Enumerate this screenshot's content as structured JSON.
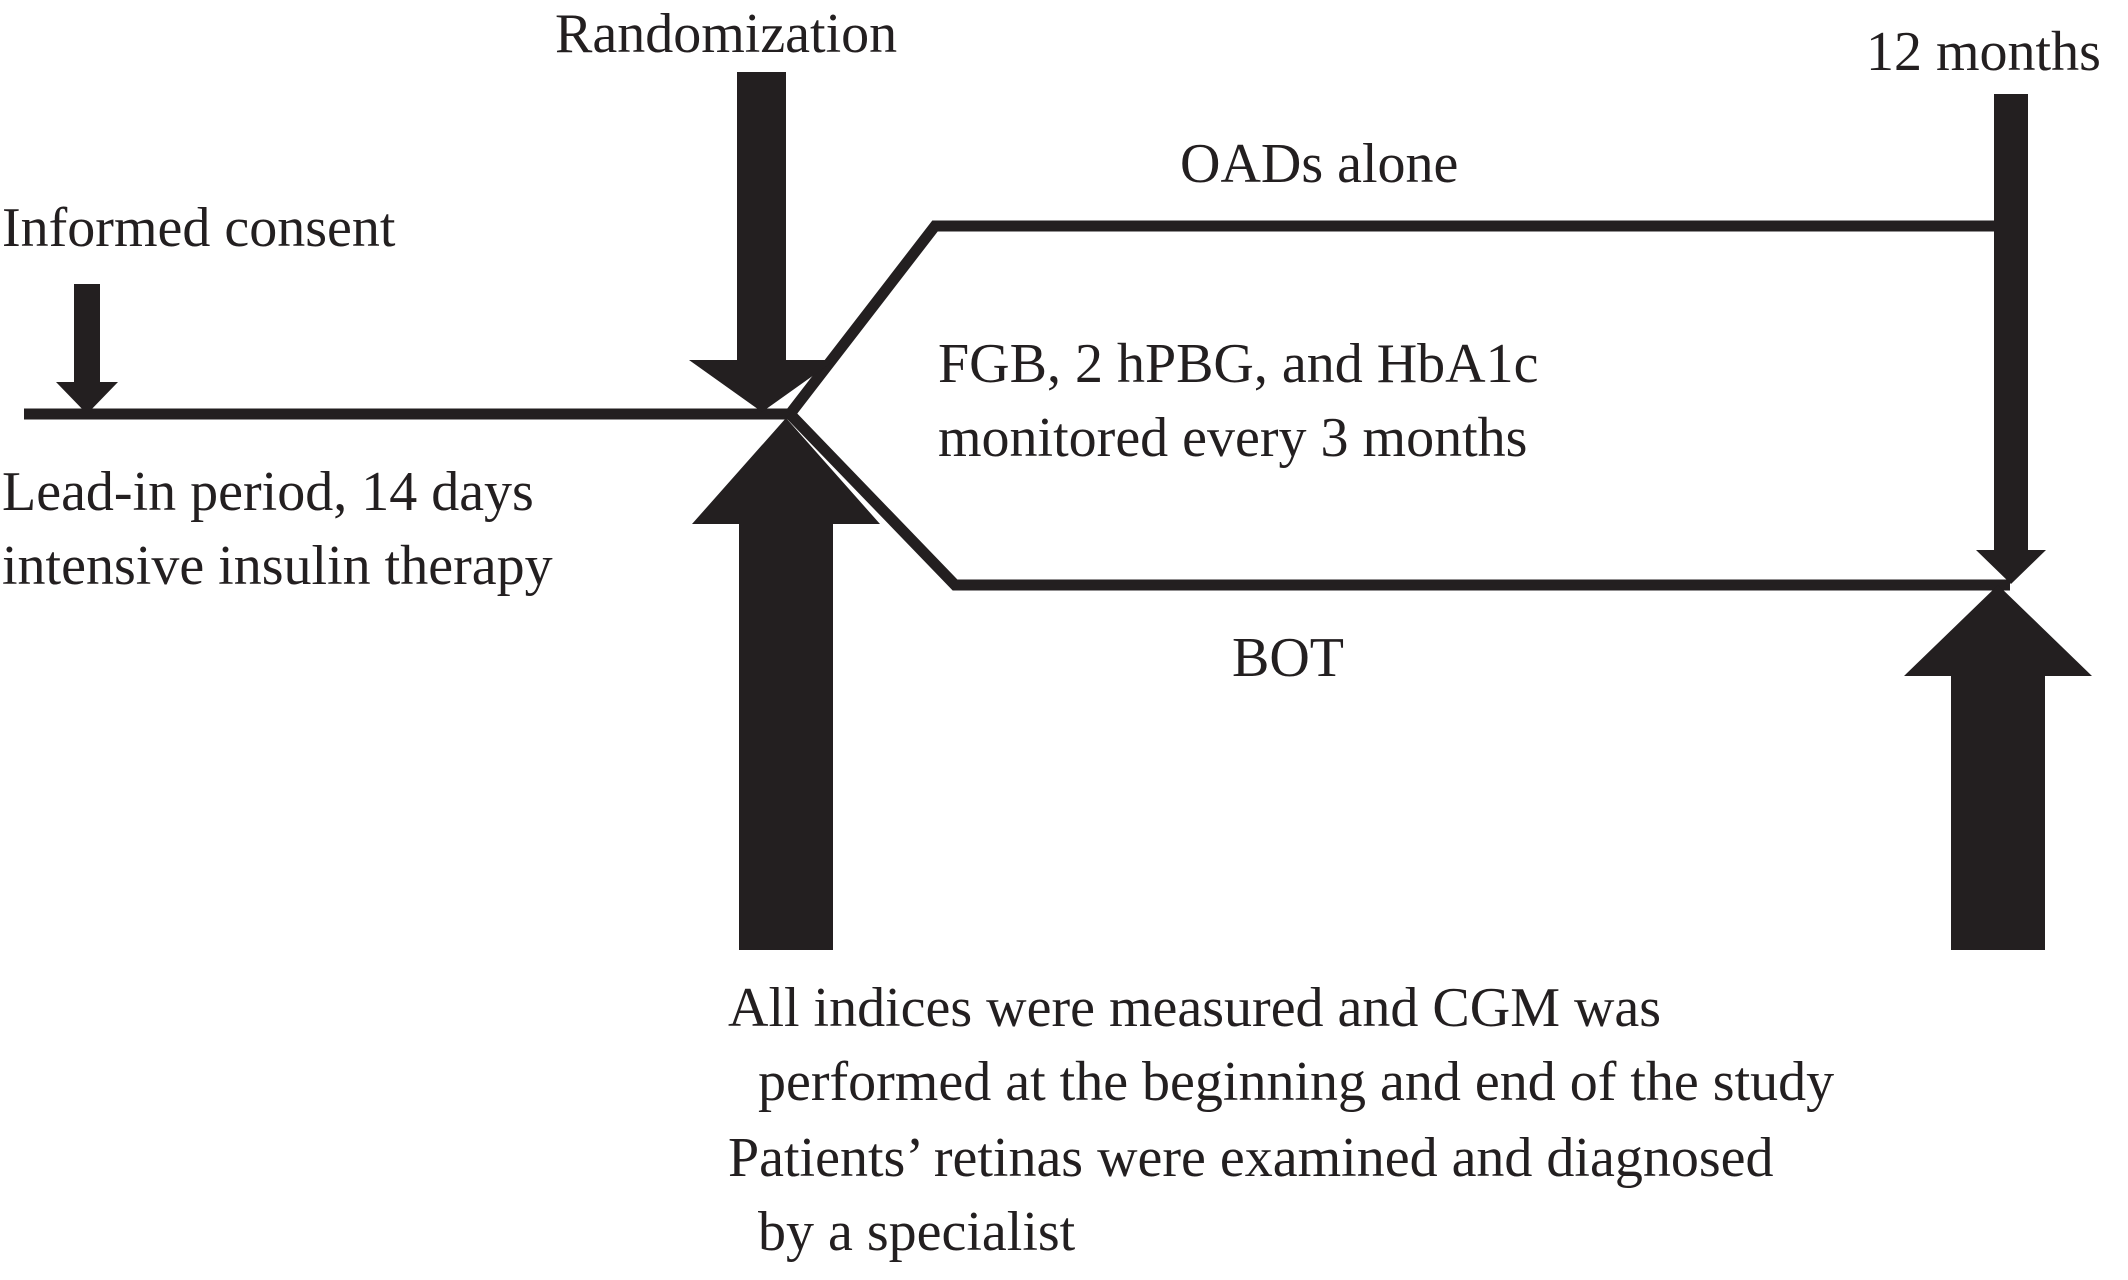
{
  "labels": {
    "randomization": "Randomization",
    "twelve_months": "12 months",
    "informed_consent": "Informed consent",
    "oads_alone": "OADs alone",
    "monitoring_line1": "FGB, 2 hPBG, and HbA1c",
    "monitoring_line2": "monitored every 3 months",
    "leadin_line1": "Lead-in period, 14 days",
    "leadin_line2": "intensive insulin therapy",
    "bot": "BOT",
    "note_line1": "All indices were measured and CGM was",
    "note_line2": "performed at the beginning and end of the study",
    "note_line3": "Patients’ retinas were examined and diagnosed",
    "note_line4": "by a specialist"
  },
  "colors": {
    "ink": "#231f20",
    "background": "#ffffff"
  }
}
